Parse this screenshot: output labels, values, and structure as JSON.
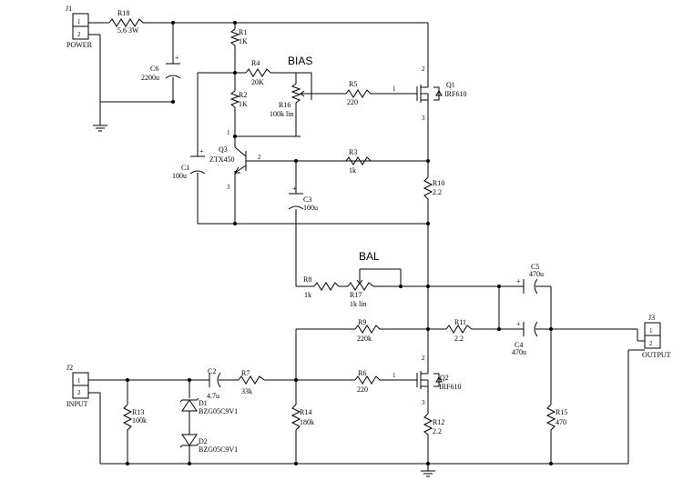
{
  "connectors": {
    "j1": {
      "ref": "J1",
      "name": "POWER",
      "pins": [
        "1",
        "2"
      ]
    },
    "j2": {
      "ref": "J2",
      "name": "INPUT",
      "pins": [
        "1",
        "2"
      ]
    },
    "j3": {
      "ref": "J3",
      "name": "OUTPUT",
      "pins": [
        "1",
        "2"
      ]
    }
  },
  "resistors": {
    "r1": {
      "ref": "R1",
      "value": "1K"
    },
    "r2": {
      "ref": "R2",
      "value": "1K"
    },
    "r3": {
      "ref": "R3",
      "value": "1k"
    },
    "r4": {
      "ref": "R4",
      "value": "20K"
    },
    "r5": {
      "ref": "R5",
      "value": "220"
    },
    "r6": {
      "ref": "R6",
      "value": "220"
    },
    "r7": {
      "ref": "R7",
      "value": "33k"
    },
    "r8": {
      "ref": "R8",
      "value": "1k"
    },
    "r9": {
      "ref": "R9",
      "value": "220k"
    },
    "r10": {
      "ref": "R10",
      "value": "2.2"
    },
    "r11": {
      "ref": "R11",
      "value": "2.2"
    },
    "r12": {
      "ref": "R12",
      "value": "2.2"
    },
    "r13": {
      "ref": "R13",
      "value": "100k"
    },
    "r14": {
      "ref": "R14",
      "value": "180k"
    },
    "r15": {
      "ref": "R15",
      "value": "470"
    },
    "r16": {
      "ref": "R16",
      "value": "100k lin"
    },
    "r17": {
      "ref": "R17",
      "value": "1k lin"
    },
    "r18": {
      "ref": "R18",
      "value": "5.6 3W"
    }
  },
  "capacitors": {
    "c1": {
      "ref": "C1",
      "value": "100u"
    },
    "c2": {
      "ref": "C2",
      "value": "4.7u"
    },
    "c3": {
      "ref": "C3",
      "value": "100u"
    },
    "c4": {
      "ref": "C4",
      "value": "470u"
    },
    "c5": {
      "ref": "C5",
      "value": "470u"
    },
    "c6": {
      "ref": "C6",
      "value": "2200u"
    }
  },
  "transistors": {
    "q1": {
      "ref": "Q1",
      "part": "IRF610"
    },
    "q2": {
      "ref": "Q2",
      "part": "IRF610"
    },
    "q3": {
      "ref": "Q3",
      "part": "ZTX450"
    }
  },
  "diodes": {
    "d1": {
      "ref": "D1",
      "part": "BZG05C9V1"
    },
    "d2": {
      "ref": "D2",
      "part": "BZG05C9V1"
    }
  },
  "pin_numbers": {
    "one": "1",
    "two": "2",
    "three": "3"
  },
  "labels": {
    "bias": "BIAS",
    "bal": "BAL",
    "plus": "+"
  }
}
